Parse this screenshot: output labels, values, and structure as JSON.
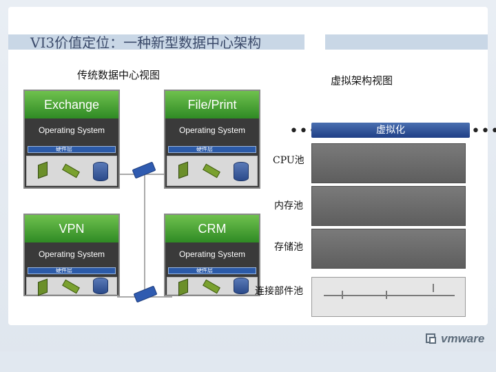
{
  "title": "VI3价值定位：一种新型数据中心架构",
  "left_heading": "传统数据中心视图",
  "right_heading": "虚拟架构视图",
  "servers": [
    {
      "app": "Exchange",
      "os": "Operating System",
      "hw": "硬件层"
    },
    {
      "app": "File/Print",
      "os": "Operating System",
      "hw": "硬件层"
    },
    {
      "app": "VPN",
      "os": "Operating System",
      "hw": "硬件层"
    },
    {
      "app": "CRM",
      "os": "Operating System",
      "hw": "硬件层"
    }
  ],
  "virtual_bar": "虚拟化",
  "dots": "•••",
  "pools": {
    "cpu": "CPU池",
    "memory": "内存池",
    "storage": "存储池",
    "network": "连接部件池"
  },
  "logo": "vmware"
}
